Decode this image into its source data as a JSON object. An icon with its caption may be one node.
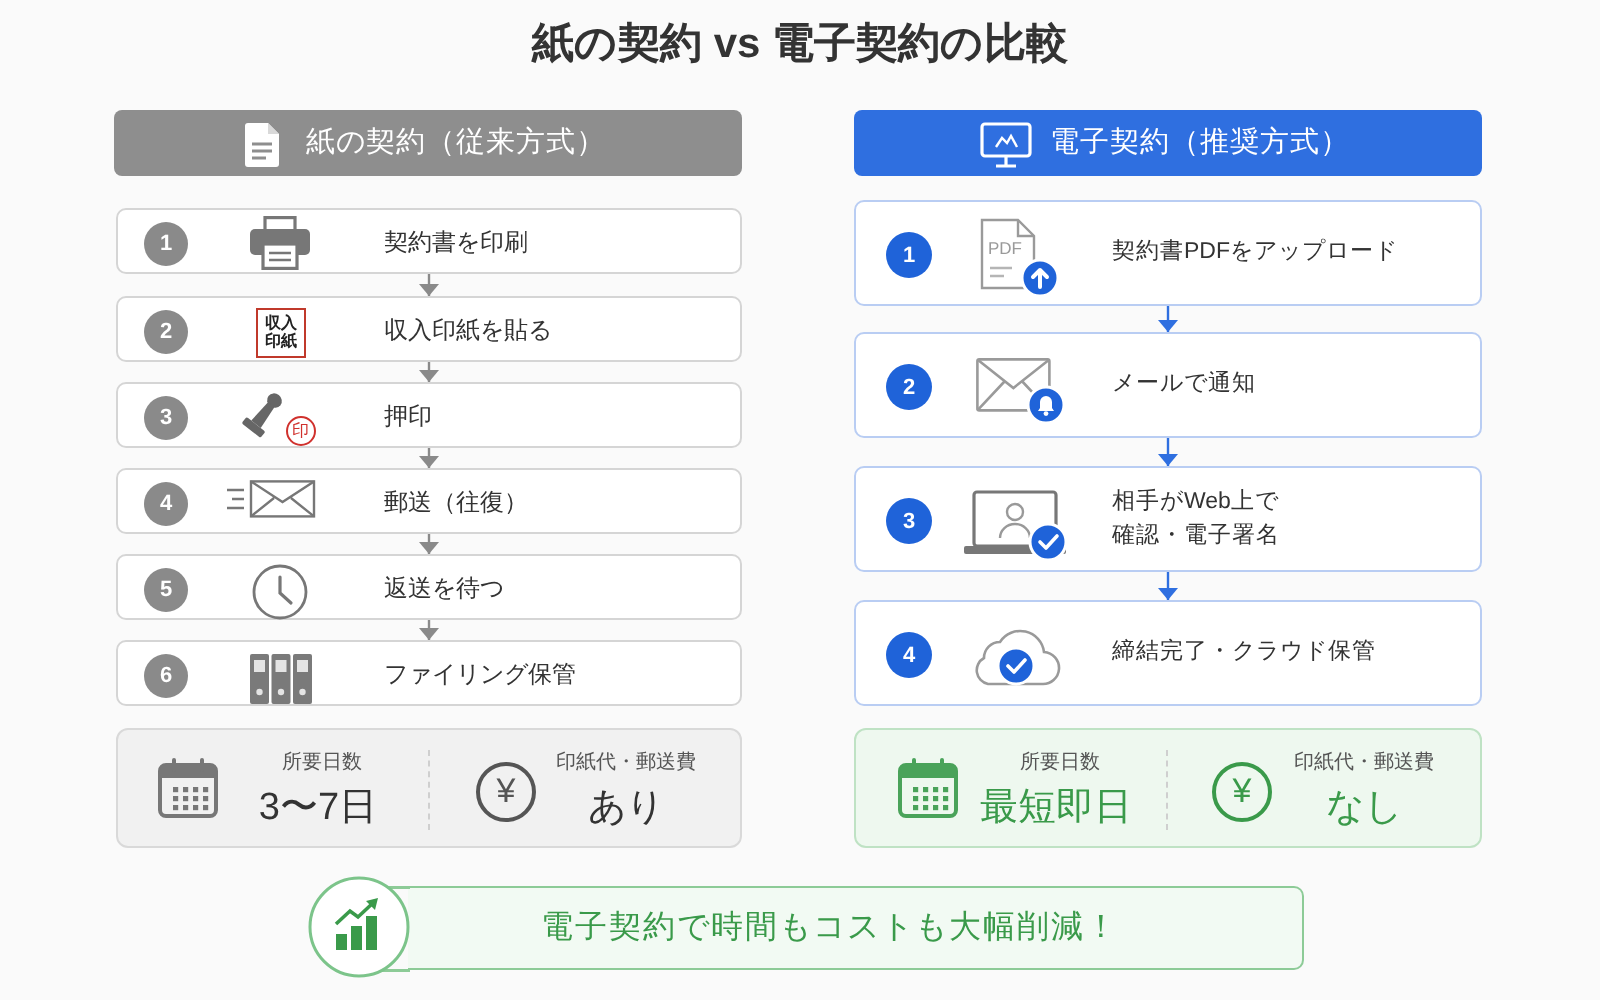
{
  "diagram": {
    "title": "紙の契約 vs 電子契約の比較",
    "nodes": [
      {
        "text": [
          "紙の契約（従来方式）"
        ]
      },
      {
        "text": [
          "契約書を印刷"
        ]
      },
      {
        "text": [
          "1"
        ],
        "in": 1
      },
      {
        "text": [
          "収入印紙を貼る"
        ]
      },
      {
        "text": [
          "2"
        ],
        "in": 3
      },
      {
        "text": [
          "収入印紙"
        ],
        "in": 3
      },
      {
        "text": [
          "押印"
        ]
      },
      {
        "text": [
          "3"
        ],
        "in": 6
      },
      {
        "text": [
          "印"
        ],
        "in": 6
      },
      {
        "text": [
          "郵送（往復）"
        ]
      },
      {
        "text": [
          "4"
        ],
        "in": 9
      },
      {
        "text": [
          "返送を待つ"
        ]
      },
      {
        "text": [
          "5"
        ],
        "in": 11
      },
      {
        "text": [
          "ファイリング保管"
        ]
      },
      {
        "text": [
          "6"
        ],
        "in": 13
      },
      {
        "text": [
          "所要日数",
          "3〜7日",
          "印紙代・郵送費",
          "あり"
        ]
      },
      {
        "text": [
          "¥"
        ],
        "in": 15
      },
      {
        "text": [
          "電子契約（推奨方式）"
        ]
      },
      {
        "text": [
          "契約書PDFをアップロード"
        ]
      },
      {
        "text": [
          "1"
        ],
        "in": 18
      },
      {
        "text": [
          "PDF"
        ],
        "in": 18
      },
      {
        "text": [
          "メールで通知"
        ]
      },
      {
        "text": [
          "2"
        ],
        "in": 21
      },
      {
        "text": [
          "相手がWeb上で確認・電子署名"
        ]
      },
      {
        "text": [
          "3"
        ],
        "in": 23
      },
      {
        "text": [
          "締結完了・クラウド保管"
        ]
      },
      {
        "text": [
          "4"
        ],
        "in": 25
      },
      {
        "text": [
          "所要日数",
          "最短即日",
          "印紙代・郵送費",
          "なし"
        ]
      },
      {
        "text": [
          "¥"
        ],
        "in": 27
      },
      {
        "text": [
          "電子契約で時間もコストも大幅削減！"
        ]
      }
    ],
    "edges": [
      {
        "from": 1,
        "to": 3,
        "arrow": "to"
      },
      {
        "from": 3,
        "to": 6,
        "arrow": "to"
      },
      {
        "from": 6,
        "to": 9,
        "arrow": "to"
      },
      {
        "from": 9,
        "to": 11,
        "arrow": "to"
      },
      {
        "from": 11,
        "to": 13,
        "arrow": "to"
      },
      {
        "from": 18,
        "to": 21,
        "arrow": "to",
        "color": "#2f6fe0"
      },
      {
        "from": 21,
        "to": 23,
        "arrow": "to",
        "color": "#2f6fe0"
      },
      {
        "from": 23,
        "to": 25,
        "arrow": "to",
        "color": "#2f6fe0"
      }
    ]
  }
}
